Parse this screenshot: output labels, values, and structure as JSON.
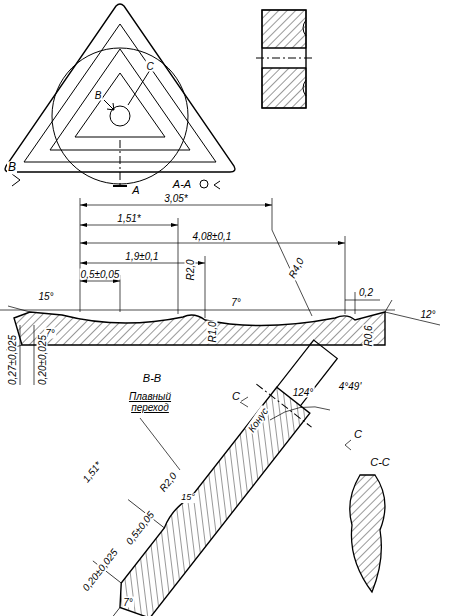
{
  "diagram": {
    "labels": [
      "С",
      "В",
      "В",
      "А",
      "А-А",
      "3,05*",
      "1,51*",
      "4,08±0,1",
      "1,9±0,1",
      "0,5±0,05",
      "R2,0",
      "R4,0",
      "7°",
      "0,2",
      "15°",
      "7°",
      "12°",
      "R1,0",
      "R0,6",
      "0,27±0,025",
      "0,20±0,025",
      "В-В",
      "С",
      "Конус",
      "124°",
      "4°49'",
      "Плавный переход",
      "1,51*",
      "R2,0",
      "15°",
      "0,5±0,05",
      "0,20±0,025",
      "7°",
      "С",
      "С-С"
    ]
  }
}
